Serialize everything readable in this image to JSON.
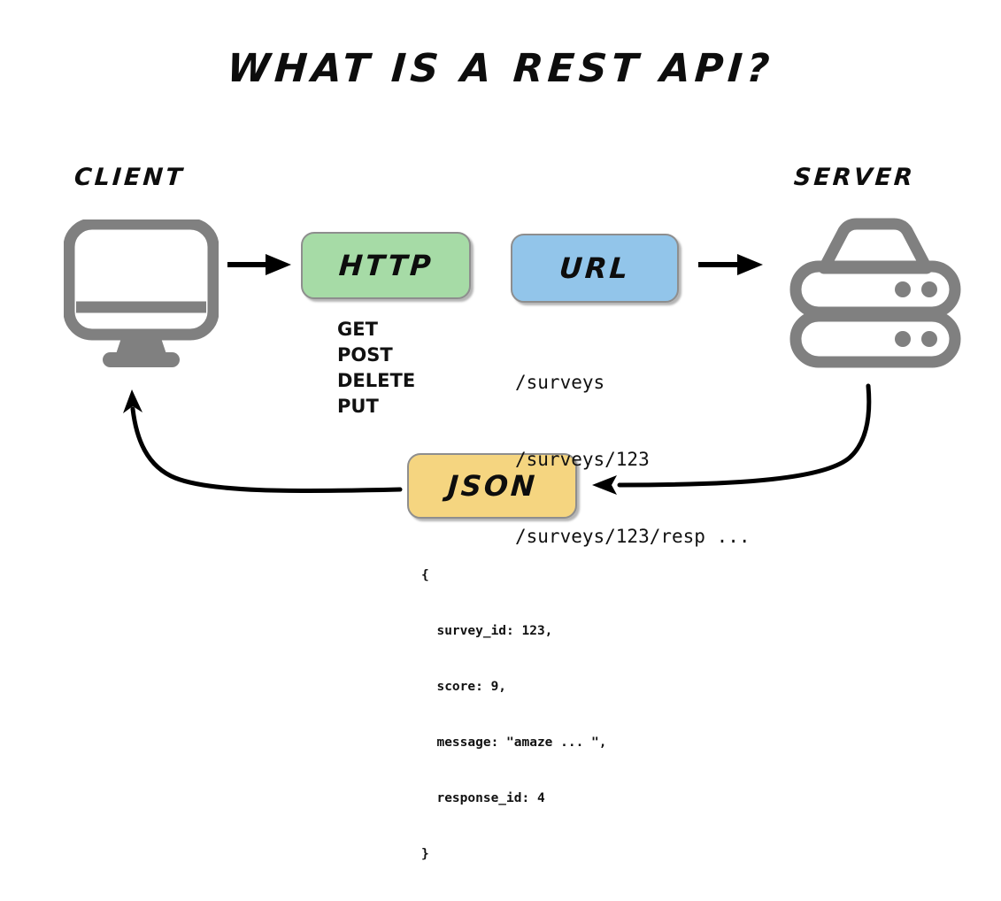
{
  "title": "WHAT IS A REST API?",
  "nodes": {
    "client": {
      "caption": "CLIENT",
      "icon": "desktop-monitor-icon"
    },
    "server": {
      "caption": "SERVER",
      "icon": "server-rack-icon"
    }
  },
  "boxes": {
    "http": {
      "label": "HTTP",
      "color": "#a6dba6"
    },
    "url": {
      "label": "URL",
      "color": "#92c5ea"
    },
    "json": {
      "label": "JSON",
      "color": "#f5d580"
    }
  },
  "http_methods": [
    "GET",
    "POST",
    "DELETE",
    "PUT"
  ],
  "url_paths": [
    "/surveys",
    "/surveys/123",
    "/surveys/123/resp ..."
  ],
  "json_body": [
    "{",
    "  survey_id: 123,",
    "  score: 9,",
    "  message: \"amaze ... \",",
    "  response_id: 4",
    "}"
  ],
  "arrows": [
    {
      "name": "client-to-http",
      "style": "straight",
      "direction": "right"
    },
    {
      "name": "url-to-server",
      "style": "straight",
      "direction": "right"
    },
    {
      "name": "server-to-json",
      "style": "curved",
      "direction": "left"
    },
    {
      "name": "json-to-client",
      "style": "curved",
      "direction": "up-left"
    }
  ],
  "colors": {
    "ink": "#0d0d0d",
    "icon_gray": "#808080",
    "box_border": "#8e8e8e",
    "background": "#ffffff"
  }
}
